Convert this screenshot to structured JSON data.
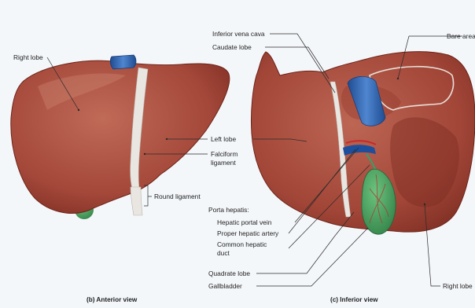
{
  "labels": {
    "right_lobe_anterior": "Right lobe",
    "left_lobe": "Left lobe",
    "falciform_1": "Falciform",
    "falciform_2": "ligament",
    "round_ligament": "Round ligament",
    "ivc": "Inferior vena cava",
    "caudate_lobe": "Caudate lobe",
    "bare_area": "Bare area",
    "porta_hepatis": "Porta hepatis:",
    "hepatic_portal_vein": "Hepatic portal vein",
    "proper_hepatic_artery": "Proper hepatic artery",
    "common_hepatic_1": "Common hepatic",
    "common_hepatic_2": "duct",
    "quadrate_lobe": "Quadrate lobe",
    "gallbladder": "Gallbladder",
    "right_lobe_inferior": "Right lobe"
  },
  "captions": {
    "anterior": "(b) Anterior view",
    "inferior": "(c) Inferior view"
  },
  "colors": {
    "liver": "#a4483a",
    "liver_dark": "#6e2419",
    "liver_light": "#c4705f",
    "ligament": "#e9e6e1",
    "vena_cava": "#2f5fa8",
    "gallbladder": "#3f9a57",
    "portal_vein": "#1d4f9c",
    "artery": "#c62a2a",
    "bile_duct": "#3e9a68"
  }
}
